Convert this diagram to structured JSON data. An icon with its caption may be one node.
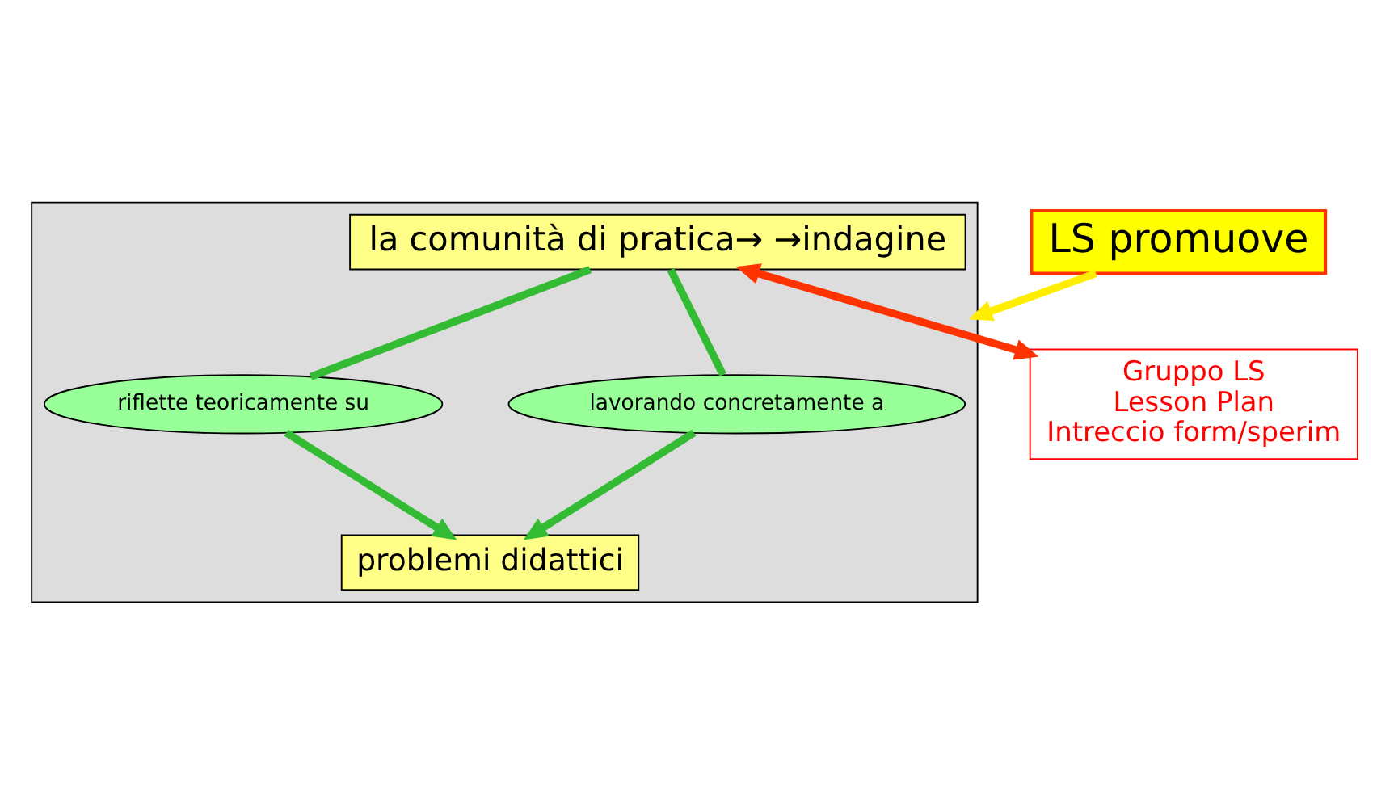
{
  "diagram": {
    "nodes": [
      {
        "text": [],
        "shape": "box"
      },
      {
        "text": [
          "la comunità di pratica→ →indagine"
        ],
        "in": 0
      },
      {
        "text": [
          "riflette teoricamente su"
        ],
        "in": 0
      },
      {
        "text": [
          "lavorando concretamente a"
        ],
        "in": 0
      },
      {
        "text": [
          "problemi didattici"
        ],
        "in": 0
      },
      {
        "text": [
          "Gruppo LS",
          "Lesson Plan",
          "Intreccio form/sperim"
        ]
      },
      {
        "text": [
          "LS promuove"
        ]
      }
    ],
    "edges": [
      {
        "from": 1,
        "to": 5,
        "arrow": "both",
        "color": "#ff3300"
      },
      {
        "from": 1,
        "to": 2,
        "arrow": "none"
      },
      {
        "from": 2,
        "to": 4,
        "arrow": "to"
      },
      {
        "from": 1,
        "to": 3,
        "arrow": "none"
      },
      {
        "from": 3,
        "to": 4,
        "arrow": "to"
      },
      {
        "from": 6,
        "to": 0,
        "arrow": "to",
        "color": "#ffee00"
      }
    ]
  }
}
